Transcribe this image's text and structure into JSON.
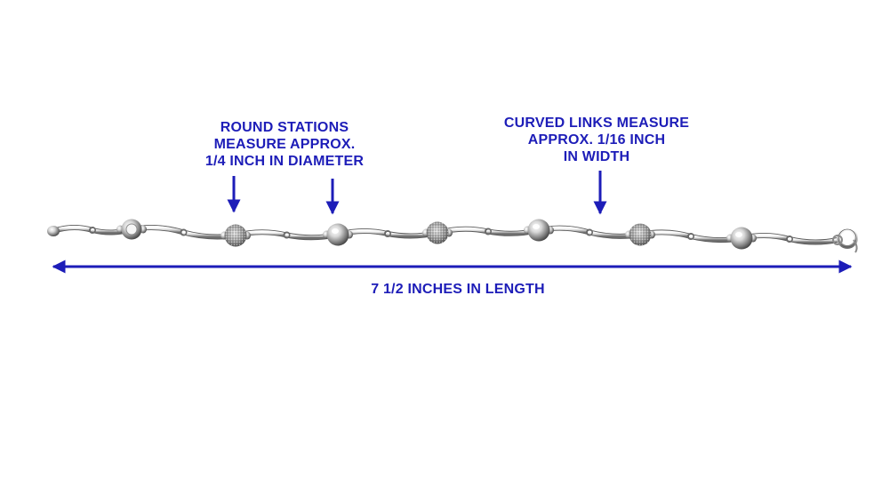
{
  "annotations": {
    "stations": {
      "lines": [
        "ROUND STATIONS",
        "MEASURE APPROX.",
        "1/4 INCH IN DIAMETER"
      ]
    },
    "links": {
      "lines": [
        "CURVED LINKS MEASURE",
        "APPROX. 1/16 INCH",
        "IN WIDTH"
      ]
    },
    "length": {
      "text": "7 1/2 INCHES IN LENGTH"
    }
  },
  "colors": {
    "annotation": "#1d1db8",
    "metal_light": "#f2f2f2",
    "metal_dark": "#6e6e6e",
    "background": "#ffffff"
  },
  "stations": [
    {
      "style": "bezel-stone"
    },
    {
      "style": "textured-ball"
    },
    {
      "style": "smooth-ball"
    },
    {
      "style": "textured-ball"
    },
    {
      "style": "smooth-ball"
    },
    {
      "style": "textured-ball"
    },
    {
      "style": "smooth-ball"
    }
  ]
}
